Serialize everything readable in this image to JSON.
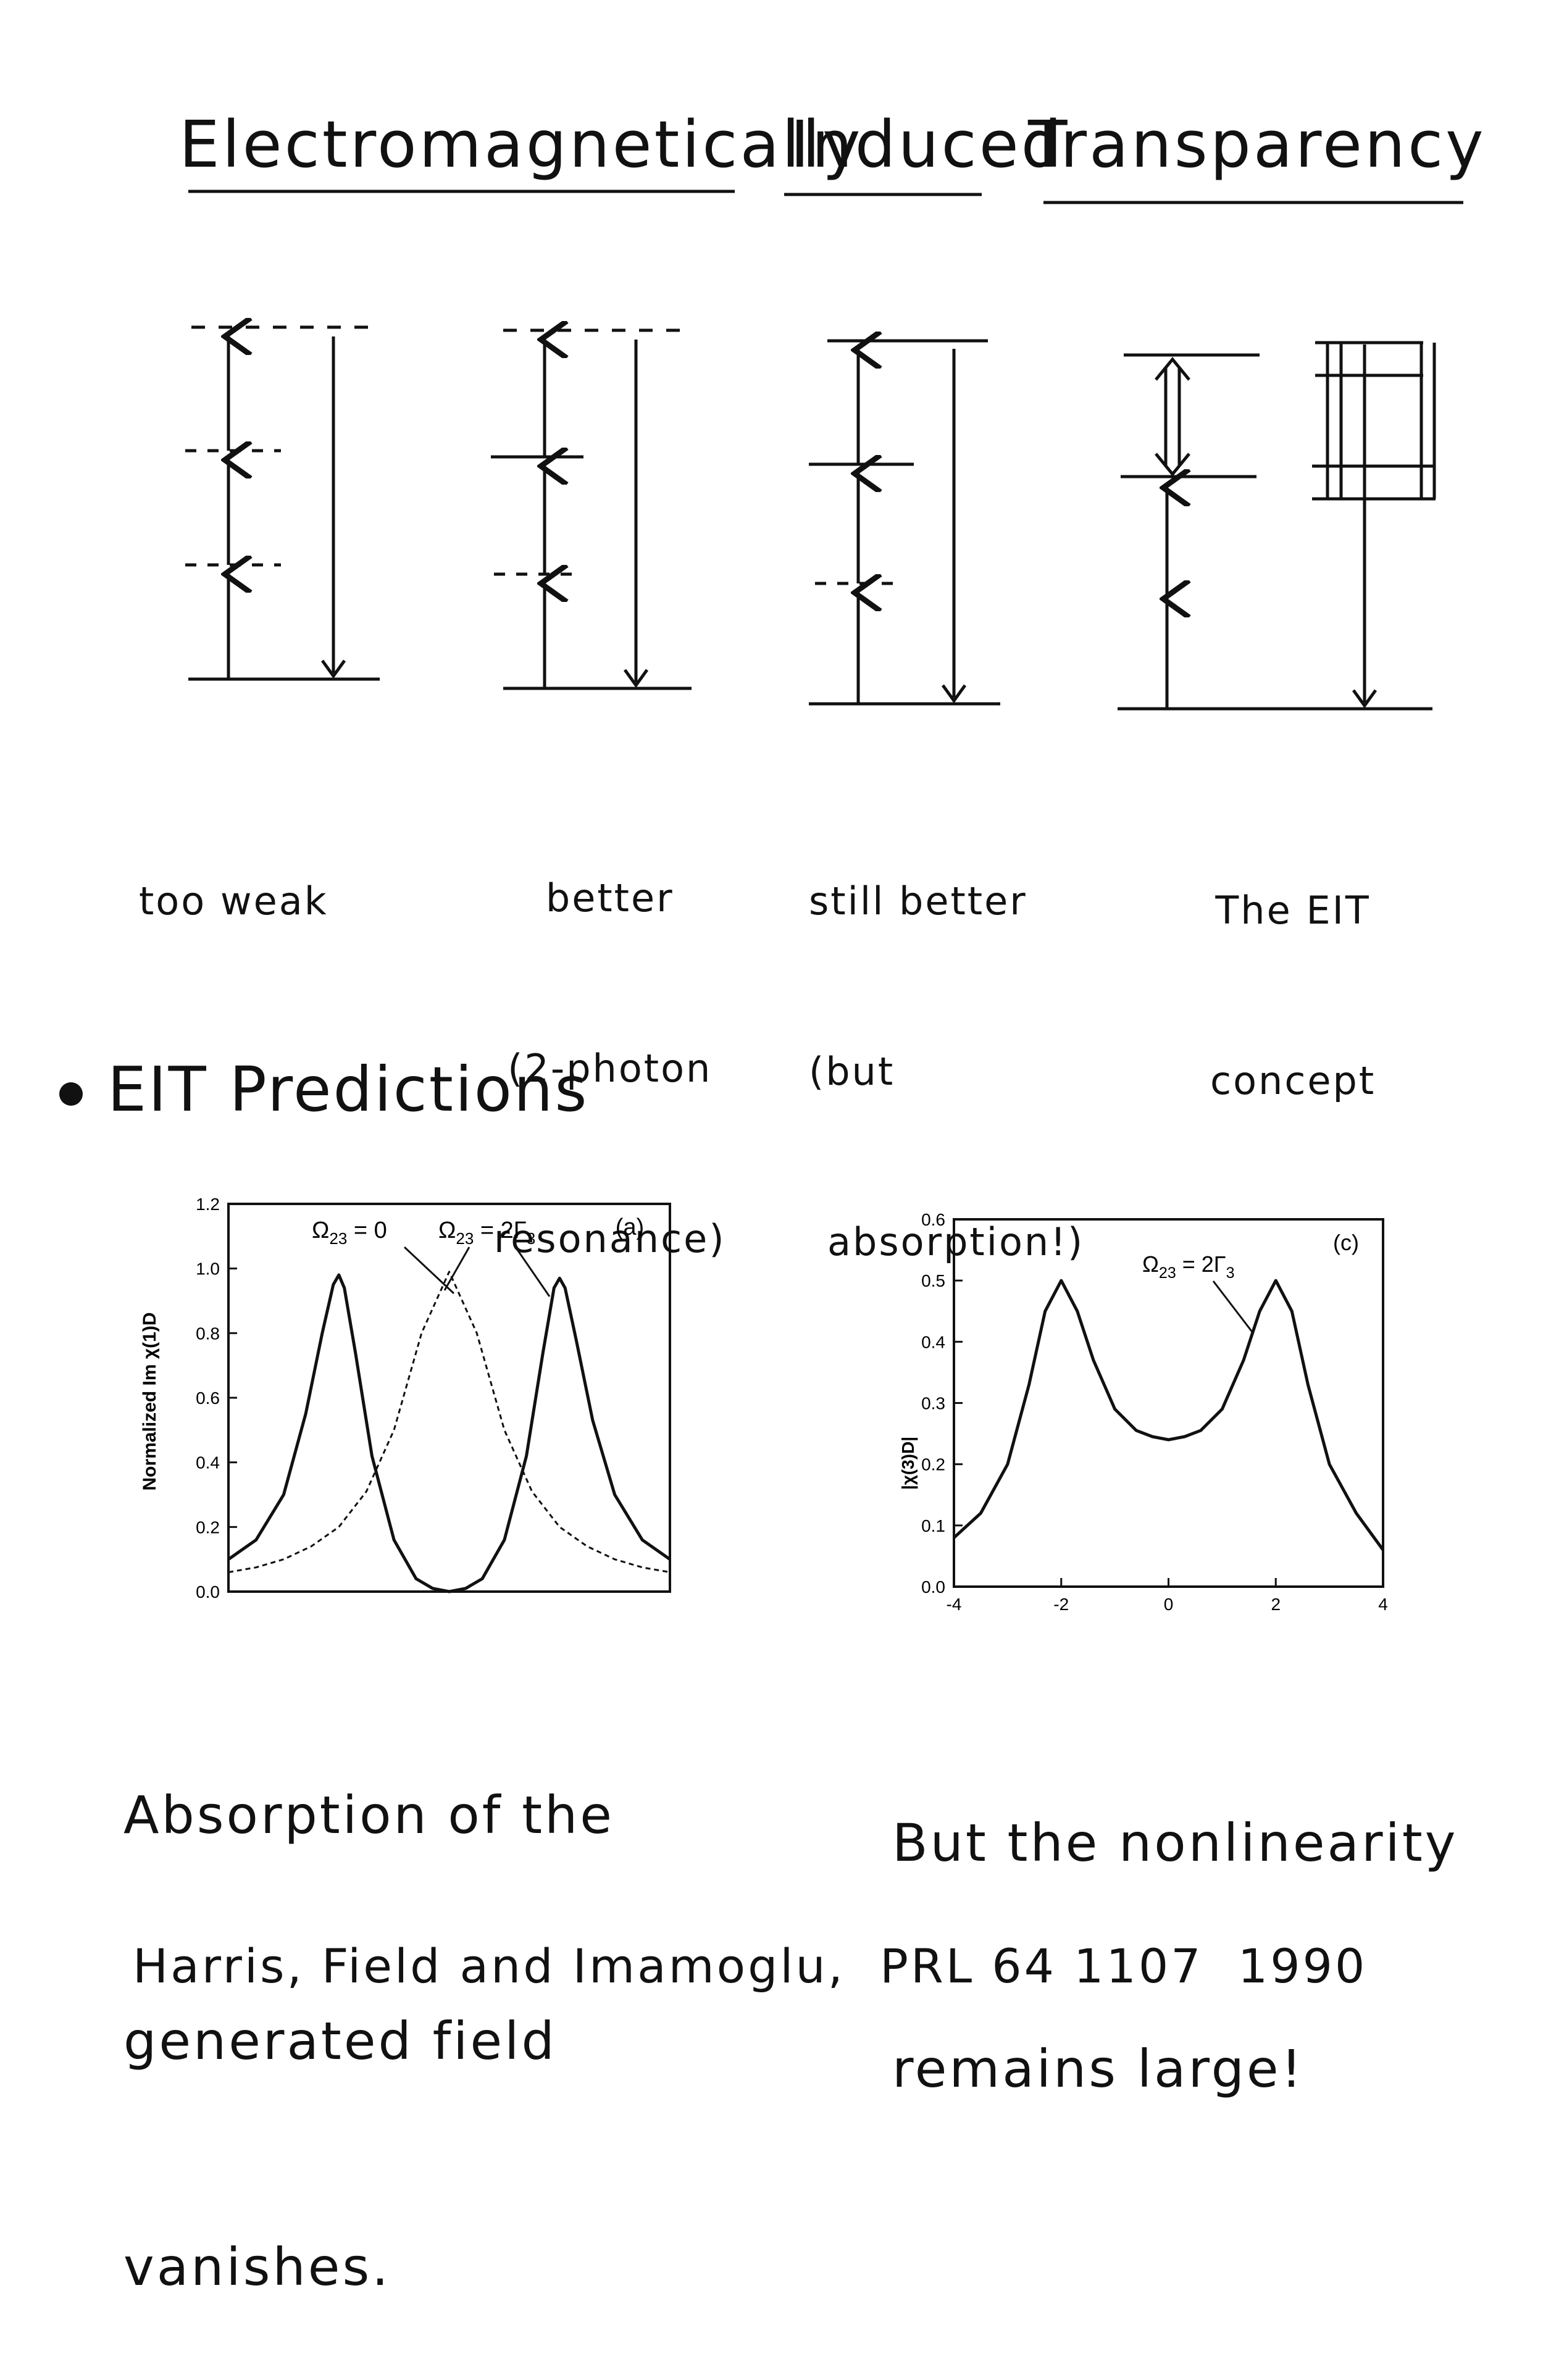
{
  "title": {
    "words": [
      "Electromagnetically",
      "Induced",
      "Transparency"
    ]
  },
  "level_diagrams": [
    {
      "label_lines": [
        "too weak"
      ]
    },
    {
      "label_lines": [
        "better",
        "(2-photon",
        "resonance)"
      ]
    },
    {
      "label_lines": [
        "still better",
        "(but",
        "absorption!)"
      ]
    },
    {
      "label_lines": [
        "The EIT",
        "concept"
      ]
    }
  ],
  "section": {
    "heading": "EIT Predictions"
  },
  "chart_data": [
    {
      "type": "line",
      "ylabel": "Normalized Im χ(1)D",
      "xlim": [
        -4,
        4
      ],
      "ylim": [
        0,
        1.2
      ],
      "y_ticks": [
        "0.0",
        "0.2",
        "0.4",
        "0.6",
        "0.8",
        "1.0",
        "1.2"
      ],
      "panel_label": "(a)",
      "annotations": [
        {
          "text_main": "Ω",
          "text_sub": "23",
          "text_rest": " = 0"
        },
        {
          "text_main": "Ω",
          "text_sub": "23",
          "text_rest": " = 2Γ",
          "text_sub2": "3"
        }
      ],
      "series": [
        {
          "style": "dashed",
          "x": [
            -4,
            -3.5,
            -3,
            -2.5,
            -2,
            -1.5,
            -1,
            -0.5,
            0,
            0.5,
            1,
            1.5,
            2,
            2.5,
            3,
            3.5,
            4
          ],
          "values": [
            0.06,
            0.075,
            0.1,
            0.14,
            0.2,
            0.31,
            0.5,
            0.8,
            0.99,
            0.8,
            0.5,
            0.31,
            0.2,
            0.14,
            0.1,
            0.075,
            0.06
          ]
        },
        {
          "style": "solid",
          "x": [
            -4,
            -3.5,
            -3,
            -2.6,
            -2.3,
            -2.1,
            -2.0,
            -1.9,
            -1.7,
            -1.4,
            -1.0,
            -0.6,
            -0.3,
            0,
            0.3,
            0.6,
            1.0,
            1.4,
            1.7,
            1.9,
            2.0,
            2.1,
            2.3,
            2.6,
            3,
            3.5,
            4
          ],
          "values": [
            0.1,
            0.16,
            0.3,
            0.55,
            0.8,
            0.95,
            0.98,
            0.94,
            0.74,
            0.42,
            0.16,
            0.04,
            0.01,
            0.0,
            0.01,
            0.04,
            0.16,
            0.42,
            0.74,
            0.94,
            0.97,
            0.94,
            0.78,
            0.53,
            0.3,
            0.16,
            0.1
          ]
        }
      ]
    },
    {
      "type": "line",
      "ylabel": "|χ(3)D|",
      "xlim": [
        -4,
        4
      ],
      "ylim": [
        0,
        0.6
      ],
      "x_ticks": [
        "-4",
        "-2",
        "0",
        "2",
        "4"
      ],
      "y_ticks": [
        "0.0",
        "0.1",
        "0.2",
        "0.3",
        "0.4",
        "0.5",
        "0.6"
      ],
      "panel_label": "(c)",
      "annotations": [
        {
          "text_main": "Ω",
          "text_sub": "23",
          "text_rest": " = 2Γ",
          "text_sub2": "3"
        }
      ],
      "series": [
        {
          "style": "solid",
          "x": [
            -4,
            -3.5,
            -3,
            -2.6,
            -2.3,
            -2.0,
            -1.7,
            -1.4,
            -1.0,
            -0.6,
            -0.3,
            0,
            0.3,
            0.6,
            1.0,
            1.4,
            1.7,
            2.0,
            2.3,
            2.6,
            3,
            3.5,
            4
          ],
          "values": [
            0.08,
            0.12,
            0.2,
            0.33,
            0.45,
            0.5,
            0.45,
            0.37,
            0.29,
            0.255,
            0.245,
            0.24,
            0.245,
            0.255,
            0.29,
            0.37,
            0.45,
            0.5,
            0.45,
            0.33,
            0.2,
            0.12,
            0.06
          ]
        }
      ]
    }
  ],
  "captions": {
    "left": [
      "Absorption of the",
      "generated field",
      "vanishes."
    ],
    "right": [
      "But the nonlinearity",
      "remains large!"
    ]
  },
  "citation": "Harris, Field and Imamoglu,  PRL 64 1107  1990"
}
